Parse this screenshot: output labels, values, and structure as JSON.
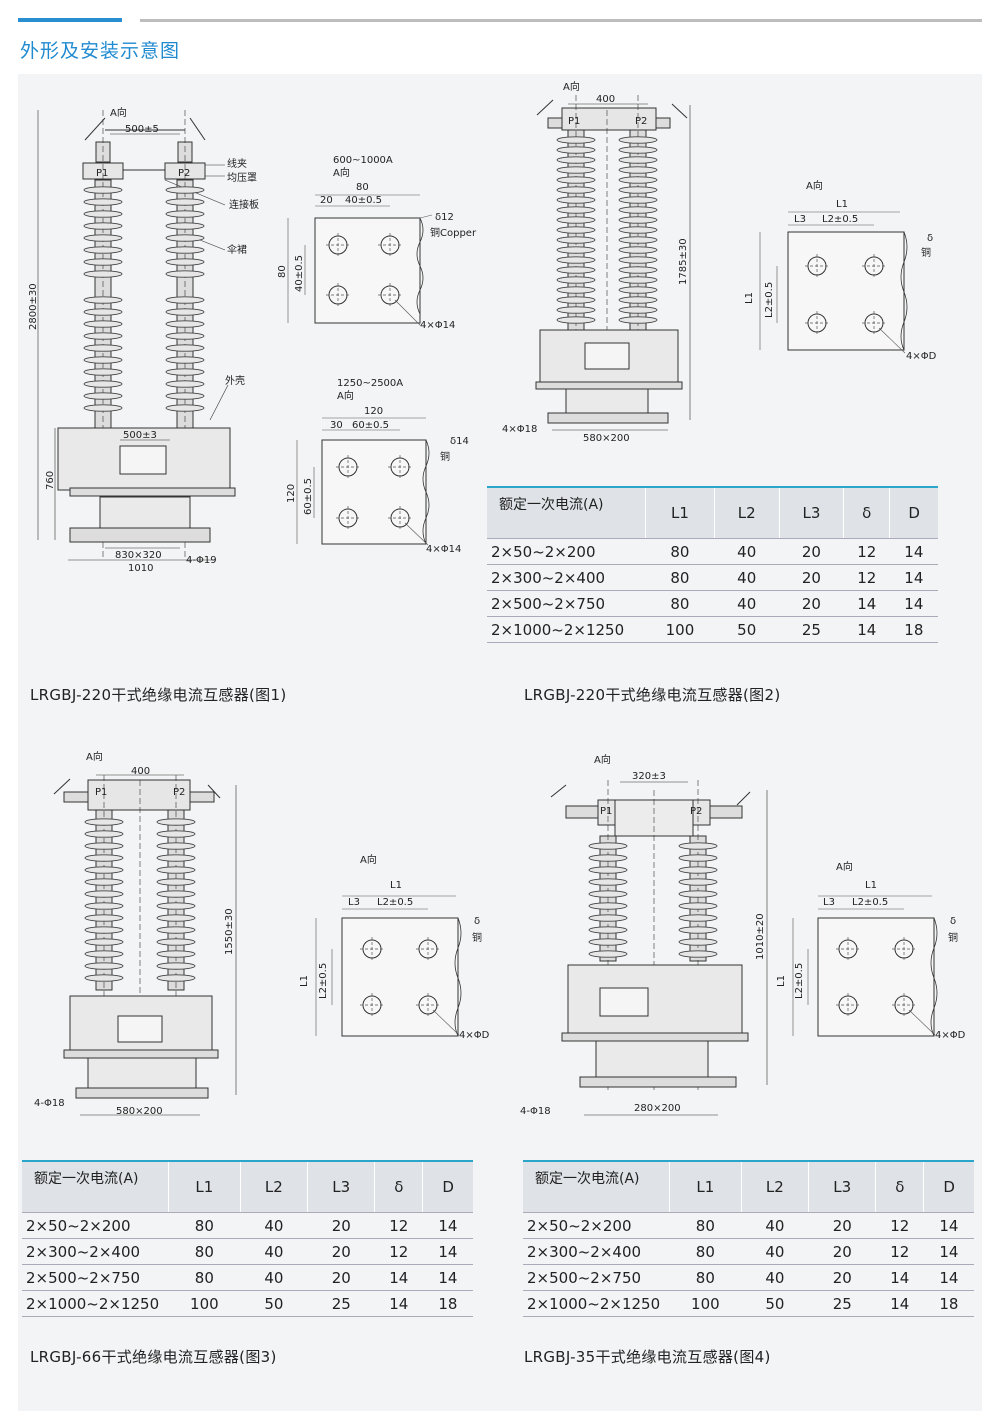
{
  "header": {
    "title": "外形及安装示意图"
  },
  "fig1": {
    "caption": "LRGBJ-220干式绝缘电流互感器(图1)",
    "a_dir": "A向",
    "dim_top": "500±5",
    "p1": "P1",
    "p2": "P2",
    "lbl_clamp": "线夹",
    "lbl_shield": "均压罩",
    "lbl_plate": "连接板",
    "lbl_skirt": "伞裙",
    "lbl_shell": "外壳",
    "dim_height": "2800±30",
    "dim_low": "760",
    "dim_mid": "500±3",
    "dim_base": "830×320",
    "dim_total": "1010",
    "dim_holes": "4-Φ19"
  },
  "detailA": {
    "current": "600~1000A",
    "a_dir": "A向",
    "w": "80",
    "c1": "20",
    "c2": "40±0.5",
    "delta": "δ12",
    "copper": "铜Copper",
    "h": "80",
    "hv": "40±0.5",
    "holes": "4×Φ14"
  },
  "detailB": {
    "current": "1250~2500A",
    "a_dir": "A向",
    "w": "120",
    "c1": "30",
    "c2": "60±0.5",
    "delta": "δ14",
    "copper": "铜",
    "h": "120",
    "hv": "60±0.5",
    "holes": "4×Φ14"
  },
  "fig2": {
    "caption": "LRGBJ-220干式绝缘电流互感器(图2)",
    "a_dir": "A向",
    "dim_top": "400",
    "p1": "P1",
    "p2": "P2",
    "dim_height": "1785±30",
    "dim_holes": "4×Φ18",
    "dim_base": "580×200"
  },
  "fig3": {
    "caption": "LRGBJ-66干式绝缘电流互感器(图3)",
    "a_dir": "A向",
    "dim_top": "400",
    "p1": "P1",
    "p2": "P2",
    "dim_height": "1550±30",
    "dim_holes": "4-Φ18",
    "dim_base": "580×200"
  },
  "fig4": {
    "caption": "LRGBJ-35干式绝缘电流互感器(图4)",
    "a_dir": "A向",
    "dim_top": "320±3",
    "p1": "P1",
    "p2": "P2",
    "dim_height": "1010±20",
    "dim_holes": "4-Φ18",
    "dim_base": "280×200"
  },
  "flange": {
    "a_dir": "A向",
    "l1": "L1",
    "l2": "L2±0.5",
    "l3": "L3",
    "delta": "δ",
    "copper": "铜",
    "holes": "4×ΦD"
  },
  "table": {
    "headers": [
      "额定一次电流(A)",
      "L1",
      "L2",
      "L3",
      "δ",
      "D"
    ],
    "rows": [
      [
        "2×50~2×200",
        "80",
        "40",
        "20",
        "12",
        "14"
      ],
      [
        "2×300~2×400",
        "80",
        "40",
        "20",
        "12",
        "14"
      ],
      [
        "2×500~2×750",
        "80",
        "40",
        "20",
        "14",
        "14"
      ],
      [
        "2×1000~2×1250",
        "100",
        "50",
        "25",
        "14",
        "18"
      ]
    ]
  }
}
